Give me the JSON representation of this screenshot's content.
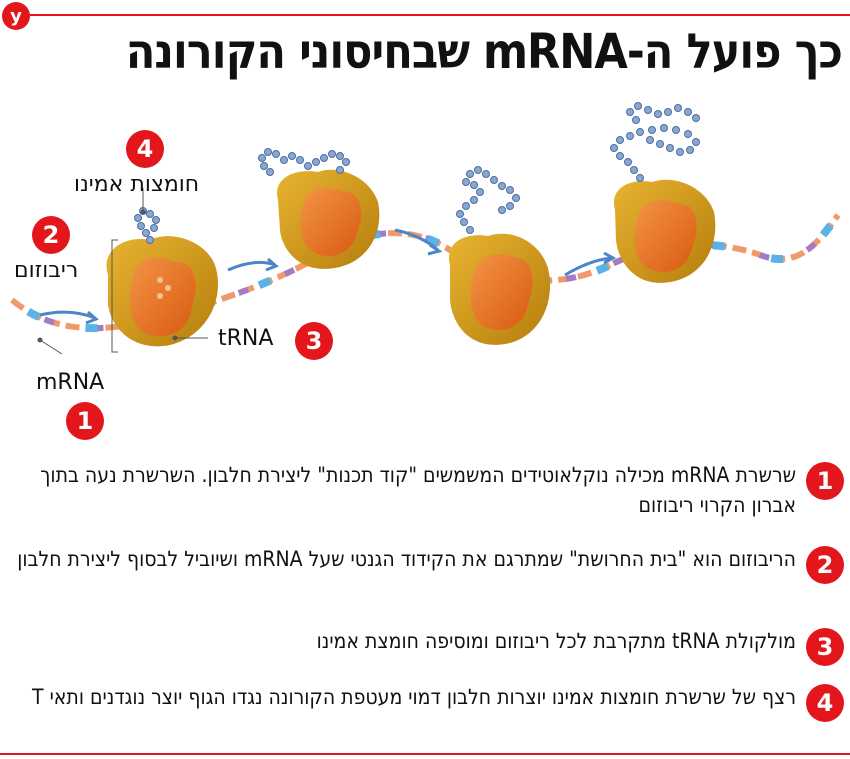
{
  "brand": {
    "logo_letter": "y",
    "accent": "#e3161b"
  },
  "title": "כך פועל ה-mRNA שבחיסוני הקורונה",
  "diagram": {
    "labels": {
      "amino": "חומצות אמינו",
      "ribosome": "ריבוזום",
      "trna": "tRNA",
      "mrna": "mRNA"
    },
    "markers": {
      "m1": "1",
      "m2": "2",
      "m3": "3",
      "m4": "4"
    }
  },
  "steps": [
    {
      "num": "1",
      "text": "שרשרת mRNA מכילה נוקלאוטידים המשמשים \"קוד תכנות\" ליצירת חלבון. השרשרת נעה בתוך אברון הקרוי ריבוזום"
    },
    {
      "num": "2",
      "text": "הריבוזום הוא \"בית החרושת\" שמתרגם את הקידוד הגנטי שעל mRNA ושיוביל לבסוף ליצירת חלבון"
    },
    {
      "num": "3",
      "text": "מולקולת tRNA מתקרבת לכל ריבוזום ומוסיפה חומצת אמינו"
    },
    {
      "num": "4",
      "text": "רצף של שרשרת חומצות אמינו יוצרות חלבון דמוי מעטפת הקורונה נגדו הגוף יוצר נוגדנים ותאי T"
    }
  ],
  "colors": {
    "ribosome_outer": "#d9a01a",
    "ribosome_inner": "#e8751f",
    "mrna_blue": "#5ab2e6",
    "mrna_purple": "#a57bc4",
    "mrna_orange": "#f09a6b",
    "amino_chain": "#8aa8cf"
  }
}
